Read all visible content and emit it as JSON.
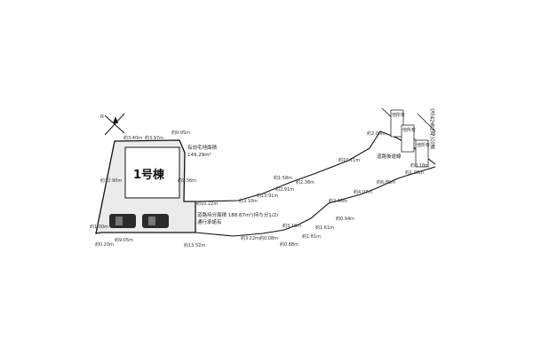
{
  "building": {
    "name": "1号棟"
  },
  "labels": {
    "lot_area": "有効宅地面積",
    "lot_area_value": "149.29m²",
    "road_share": "道路持分面積  188.67m²(持ち分1/2)",
    "road_share_note": "通行承諾有",
    "private_road": "道路後退線",
    "public_road": "(法42条2項)公道"
  },
  "owners": [
    "他所有",
    "他所有",
    "他所有"
  ],
  "dimensions": [
    "約3.40m",
    "約3.97m",
    "約0.95m",
    "約12.90m",
    "約9.36m",
    "約10.22m",
    "約3.10m",
    "約13.91m",
    "約1.58m",
    "約2.91m",
    "約2.36m",
    "約10.11m",
    "約2.00m",
    "約0.18m",
    "約1.00m",
    "約6.89m",
    "約4.07m",
    "約2.46m",
    "約0.94m",
    "約1.61m",
    "約1.81m",
    "約3.18m",
    "約0.88m",
    "約0.08m",
    "約3.22m",
    "約13.52m",
    "約9.05m",
    "約0.20m",
    "約1.00m"
  ]
}
